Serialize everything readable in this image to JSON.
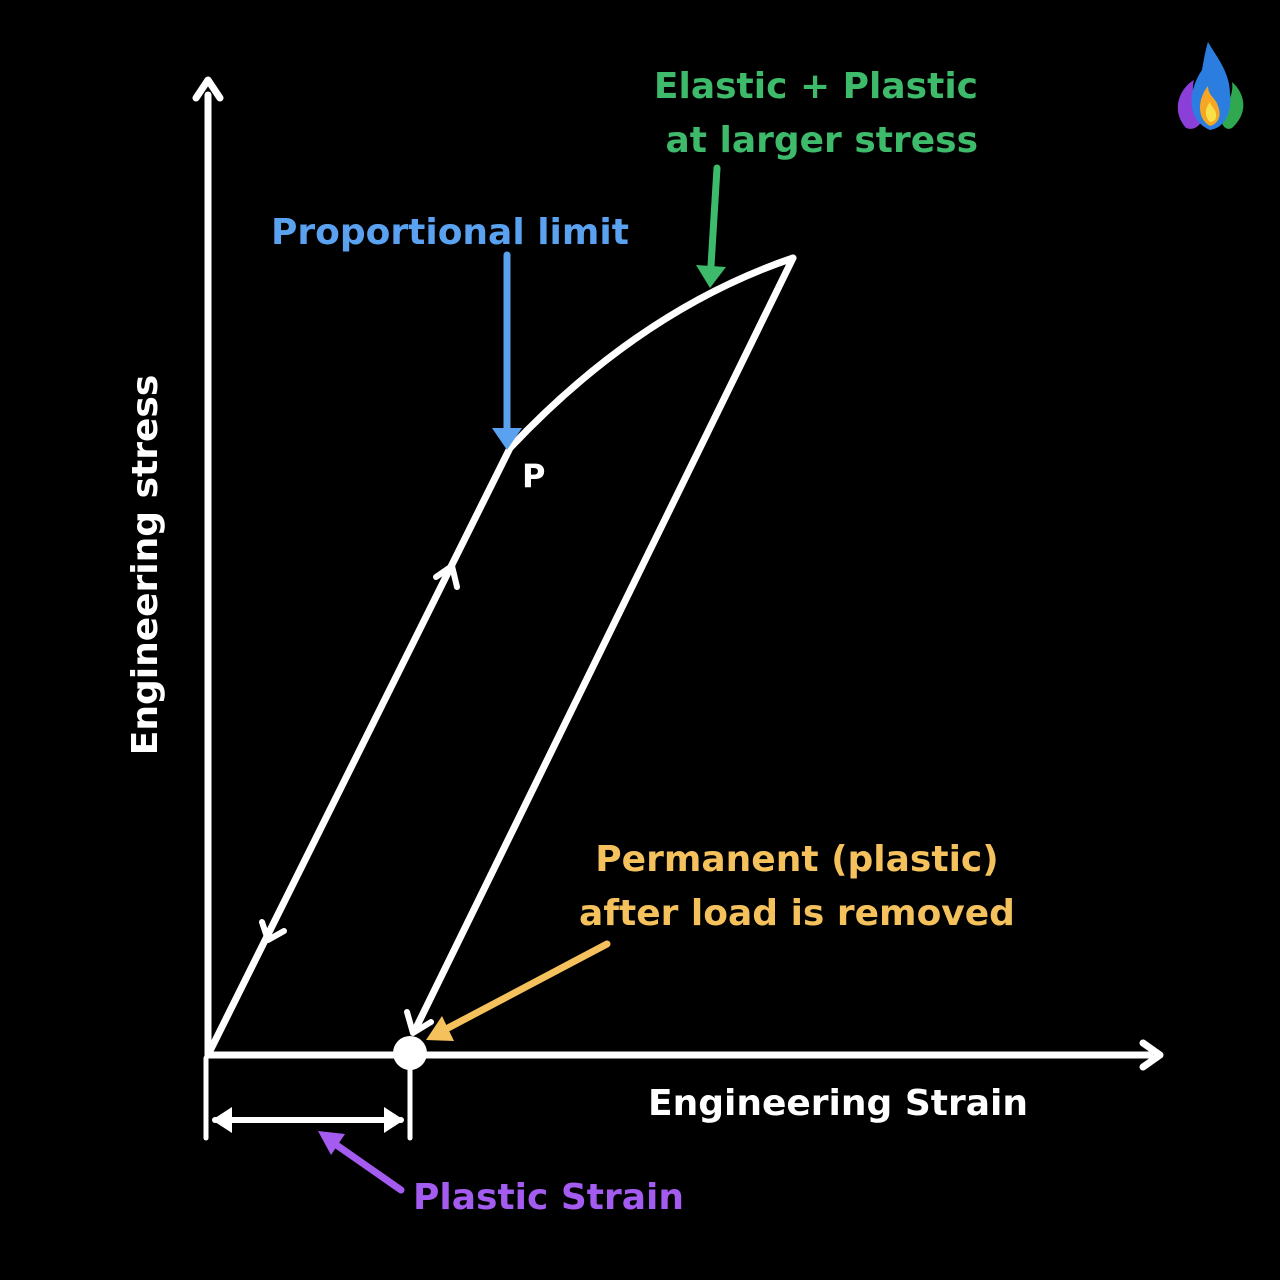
{
  "diagram": {
    "y_axis_label": "Engineering stress",
    "x_axis_label": "Engineering Strain",
    "point_label": "P",
    "proportional_limit_label": "Proportional limit",
    "elastic_plastic_label": {
      "line1": "Elastic + Plastic",
      "line2": "at larger stress"
    },
    "permanent_label": {
      "line1": "Permanent (plastic)",
      "line2": "after load is removed"
    },
    "plastic_strain_label": "Plastic Strain"
  },
  "colors": {
    "background": "#000000",
    "lines": "#ffffff",
    "proportional_limit": "#5aa2f0",
    "elastic_plastic": "#3dbb6a",
    "permanent": "#f4c15d",
    "plastic_strain": "#a45bf0"
  },
  "logo": {
    "icon": "flame-logo-icon"
  }
}
